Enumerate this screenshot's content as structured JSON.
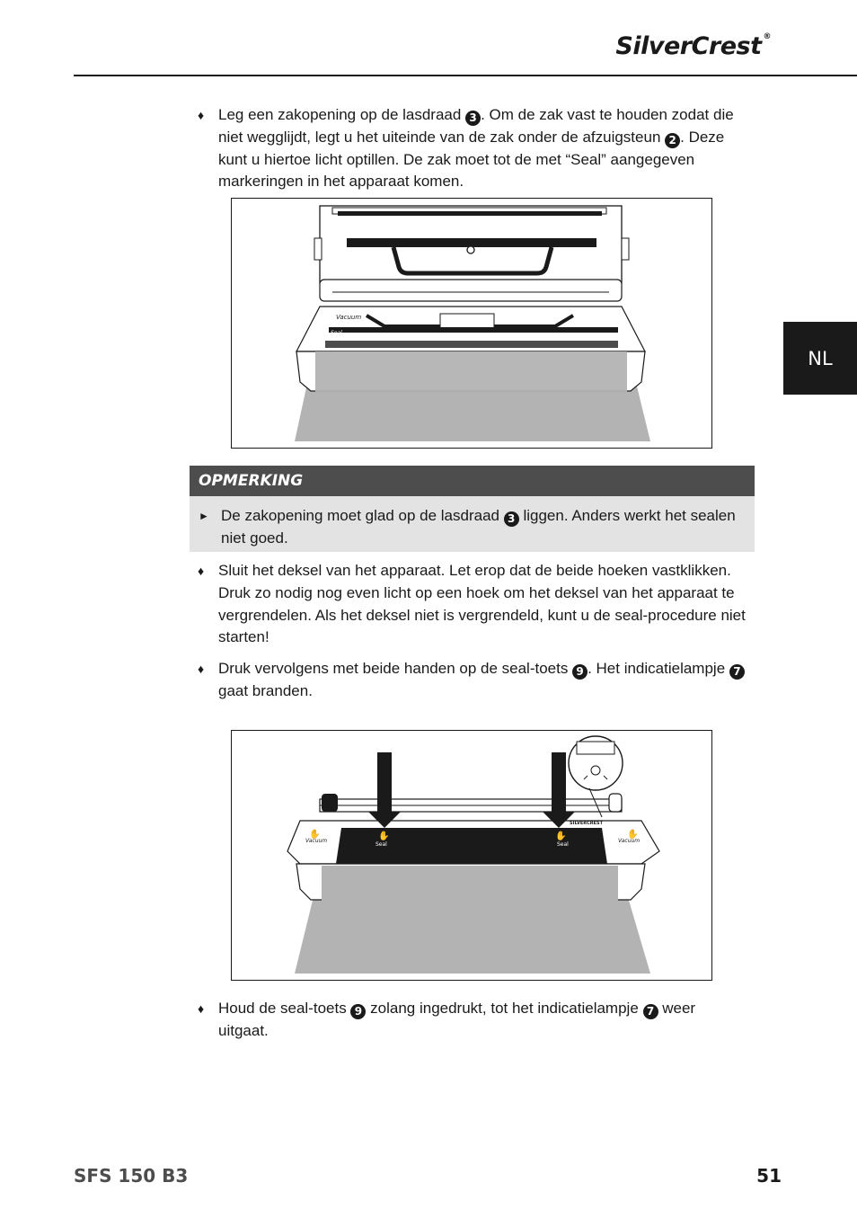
{
  "header": {
    "brand": "SilverCrest",
    "registered": "®"
  },
  "language_tab": "NL",
  "bullet_mark": "♦",
  "note_arrow": "►",
  "step1": {
    "part1": "Leg een zakopening op de lasdraad ",
    "ref1": "3",
    "part2": ". Om de zak vast te houden zodat die niet wegglijdt, legt u het uiteinde van de zak onder de afzuigsteun ",
    "ref2": "2",
    "part3": ". Deze kunt u hiertoe licht optillen. De zak moet tot de met “Seal” aangegeven markeringen in het apparaat komen."
  },
  "figure1": {
    "label_vacuum": "Vacuum",
    "label_seal": "Seal"
  },
  "note": {
    "title": "OPMERKING",
    "part1": "De zakopening moet glad op de lasdraad ",
    "ref1": "3",
    "part2": " liggen. Anders werkt het sealen niet goed."
  },
  "step2": {
    "text": "Sluit het deksel van het apparaat. Let erop dat de beide hoeken vastklikken. Druk zo nodig nog even licht op een hoek om het deksel van het apparaat te vergrendelen. Als het deksel niet is vergrendeld, kunt u de seal-procedure niet starten!"
  },
  "step3": {
    "part1": "Druk vervolgens met beide handen op de seal-toets ",
    "ref1": "9",
    "part2": ". Het indicatielampje ",
    "ref2": "7",
    "part3": " gaat branden."
  },
  "figure2": {
    "label_vacuum_left": "Vacuum",
    "label_seal_left": "Seal",
    "label_seal_right": "Seal",
    "label_vacuum_right": "Vacuum",
    "label_brand": "SILVERCREST"
  },
  "step4": {
    "part1": "Houd de seal-toets ",
    "ref1": "9",
    "part2": " zolang ingedrukt, tot het indicatielampje ",
    "ref2": "7",
    "part3": " weer uitgaat."
  },
  "footer": {
    "model": "SFS 150 B3",
    "page": "51"
  }
}
